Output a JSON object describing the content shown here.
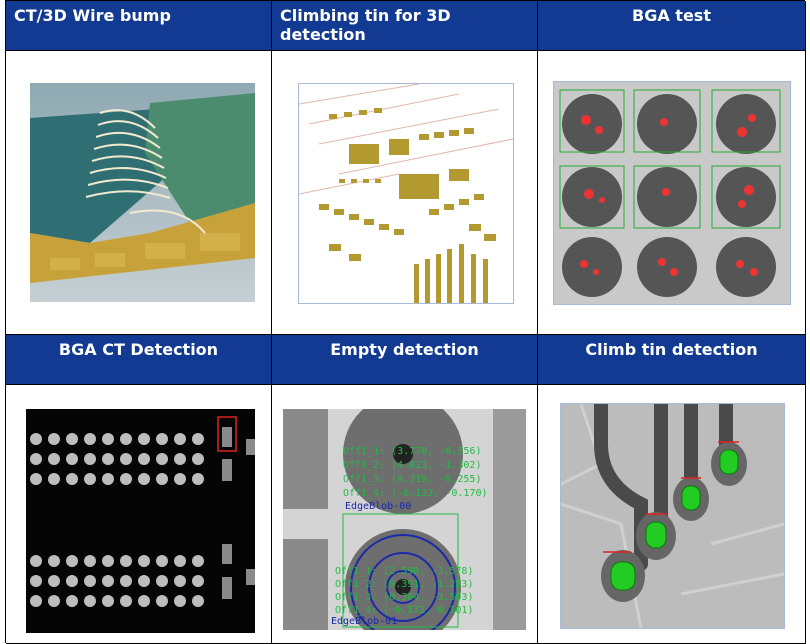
{
  "table": {
    "headers": [
      "CT/3D Wire bump",
      "Climbing tin for 3D detection",
      "BGA test",
      "BGA CT Detection",
      "Empty detection",
      "Climb tin detection"
    ]
  },
  "empty_detection": {
    "labels_top": [
      "Off1_1: (3.778, -6.556)",
      "Off1_2: (4.823, -1.302)",
      "Off1_3: (4.219, -6.255)",
      "Off1_4: (-6.133, -0.170)"
    ],
    "blob_top": "EdgeBlob-00",
    "labels_bottom": [
      "Off1_1: (2.590, -3.578)",
      "Off1_2: (0.391, -1.283)",
      "Off1_3: (0.304, -3.503)",
      "Off1_4: (-0.172, 0.101)"
    ],
    "blob_bottom": "EdgeBlob-01"
  },
  "colors": {
    "header_bg": "#123a92",
    "header_text": "#ffffff",
    "border": "#000000"
  }
}
